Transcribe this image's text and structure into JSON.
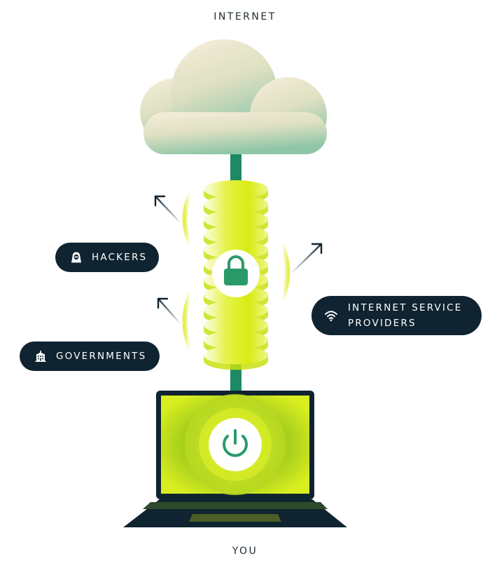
{
  "diagram": {
    "top_label": "INTERNET",
    "bottom_label": "YOU",
    "threats": [
      {
        "label": "HACKERS",
        "icon": "hacker-icon"
      },
      {
        "label": "GOVERNMENTS",
        "icon": "government-building-icon"
      },
      {
        "label": "INTERNET SERVICE PROVIDERS",
        "icon": "wifi-icon"
      }
    ],
    "icons": {
      "tunnel": "padlock-icon",
      "laptop": "power-icon",
      "cloud": "cloud-icon"
    },
    "colors": {
      "pill_bg": "#0f2331",
      "tunnel_lime": "#dff018",
      "cable_green": "#1c8a64",
      "laptop_dark": "#0f2331",
      "cloud_top": "#f2ead6",
      "cloud_bottom": "#8ec4a6"
    }
  }
}
